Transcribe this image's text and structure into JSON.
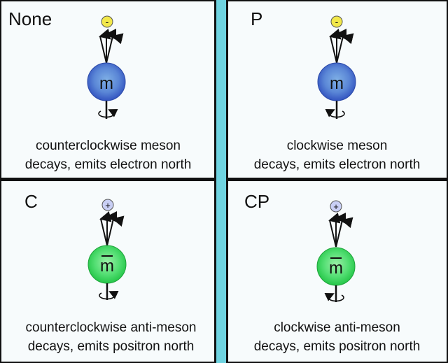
{
  "panels": [
    {
      "label": "None",
      "particle": "m",
      "charge": "-",
      "caption_line1": "counterclockwise meson",
      "caption_line2": "decays, emits electron north"
    },
    {
      "label": "P",
      "particle": "m",
      "charge": "-",
      "caption_line1": "clockwise meson",
      "caption_line2": "decays, emits electron north"
    },
    {
      "label": "C",
      "particle": "m",
      "charge": "+",
      "caption_line1": "counterclockwise anti-meson",
      "caption_line2": "decays, emits positron north"
    },
    {
      "label": "CP",
      "particle": "m",
      "charge": "+",
      "caption_line1": "clockwise anti-meson",
      "caption_line2": "decays, emits positron north"
    }
  ],
  "colors": {
    "divider": "#6fd3e0",
    "electron_fill": "#f2e84a",
    "positron_fill": "#c9cff5",
    "meson_inner": "#6e9fdc",
    "meson_outer": "#3b5ec4",
    "antimeson_inner": "#7fe890",
    "antimeson_outer": "#2fd152"
  }
}
